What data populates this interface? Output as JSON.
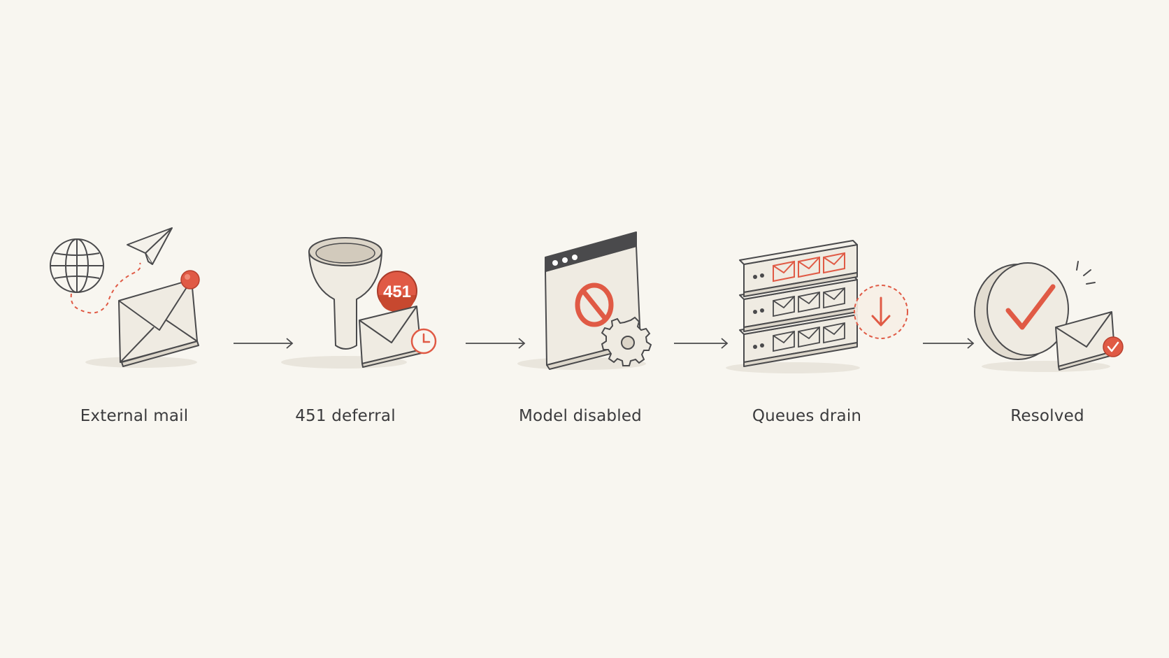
{
  "steps": [
    {
      "label": "External mail",
      "icon": "mail-send-icon"
    },
    {
      "label": "451 deferral",
      "icon": "funnel-deferral-icon",
      "badge": "451"
    },
    {
      "label": "Model disabled",
      "icon": "disabled-window-icon"
    },
    {
      "label": "Queues drain",
      "icon": "queue-drain-icon"
    },
    {
      "label": "Resolved",
      "icon": "resolved-check-icon"
    }
  ],
  "colors": {
    "background": "#f8f6f0",
    "accent": "#e05a45",
    "line": "#4a4a4c",
    "fill": "#efebe2"
  }
}
